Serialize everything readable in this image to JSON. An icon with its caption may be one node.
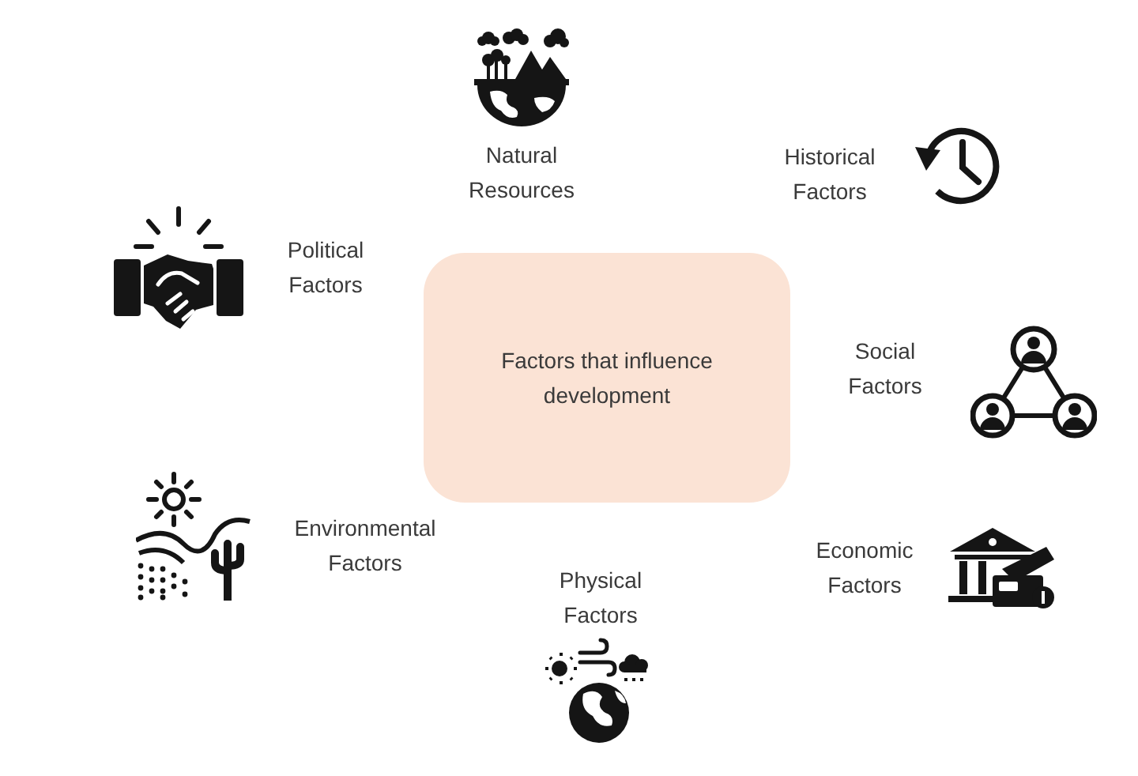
{
  "diagram": {
    "nodes": [
      {
        "text": [
          "Factors that influence development"
        ]
      }
    ],
    "labels": [
      "Natural Resources",
      "Historical Factors",
      "Political Factors",
      "Social Factors",
      "Environmental Factors",
      "Economic Factors",
      "Physical Factors"
    ]
  }
}
